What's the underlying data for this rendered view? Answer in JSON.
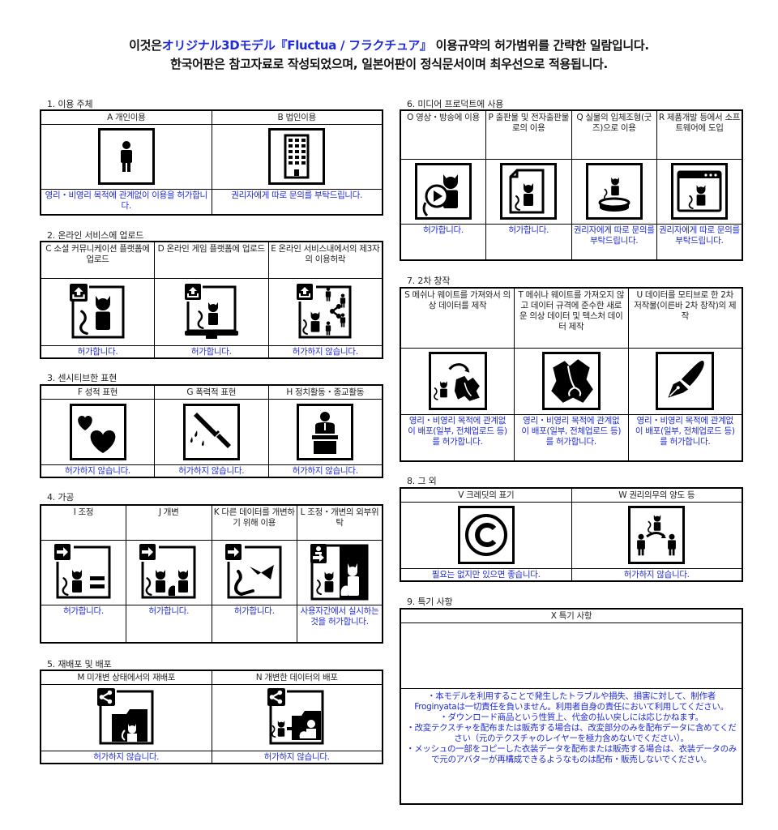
{
  "header": {
    "line1_prefix": "이것은",
    "line1_highlight": "オリジナル3Dモデル『Fluctua / フラクチュア』",
    "line1_suffix": "이용규약의 허가범위를 간략한 일람입니다.",
    "line2": "한국어판은 참고자료로 작성되었으며, 일본어판이 정식문서이며 최우선으로 적용됩니다.",
    "accent_color": "#1f2bd6"
  },
  "sections": [
    {
      "label": "1. 이용 주체",
      "items": [
        {
          "code": "A",
          "title": "A 개인이용",
          "icon": "person-icon",
          "permission": "영리・비영리 목적에 관계없이 이용을 허가합니다."
        },
        {
          "code": "B",
          "title": "B 법인이용",
          "icon": "building-icon",
          "permission": "권리자에게 따로 문의를 부탁드립니다."
        }
      ]
    },
    {
      "label": "2. 온라인 서비스에 업로드",
      "items": [
        {
          "code": "C",
          "title": "C 소셜 커뮤니케이션 플랫폼에 업로드",
          "icon": "upload-avatar-icon",
          "permission": "허가합니다."
        },
        {
          "code": "D",
          "title": "D 온라인 게임 플랫폼에 업로드",
          "icon": "upload-game-icon",
          "permission": "허가합니다."
        },
        {
          "code": "E",
          "title": "E 온라인 서비스내에서의 제3자의 이용허락",
          "icon": "upload-share-users-icon",
          "permission": "허가하지 않습니다."
        }
      ]
    },
    {
      "label": "3. 센시티브한 표현",
      "items": [
        {
          "code": "F",
          "title": "F 성적 표현",
          "icon": "hearts-icon",
          "permission": "허가하지 않습니다."
        },
        {
          "code": "G",
          "title": "G 폭력적 표현",
          "icon": "knife-icon",
          "permission": "허가하지 않습니다."
        },
        {
          "code": "H",
          "title": "H 정치활동・종교활동",
          "icon": "podium-speaker-icon",
          "permission": "허가하지 않습니다."
        }
      ]
    },
    {
      "label": "4. 가공",
      "items": [
        {
          "code": "I",
          "title": "I 조정",
          "icon": "adjust-equal-icon",
          "permission": "허가합니다."
        },
        {
          "code": "J",
          "title": "J 개변",
          "icon": "modify-icon",
          "permission": "허가합니다."
        },
        {
          "code": "K",
          "title": "K 다른 데이터를 개변하기 위해 이용",
          "icon": "reuse-parts-icon",
          "permission": "허가합니다."
        },
        {
          "code": "L",
          "title": "L 조정・개변의 외부위탁",
          "icon": "outsource-icon",
          "permission": "사용자간에서 실시하는 것을 허가합니다."
        }
      ]
    },
    {
      "label": "5. 재배포 및 배포",
      "items": [
        {
          "code": "M",
          "title": "M 미개변 상태에서의 재배포",
          "icon": "share-folder-icon",
          "permission": "허가하지 않습니다."
        },
        {
          "code": "N",
          "title": "N 개변한 데이터의 배포",
          "icon": "share-modified-icon",
          "permission": "허가하지 않습니다."
        }
      ]
    },
    {
      "label": "6. 미디어 프로덕트에 사용",
      "items": [
        {
          "code": "O",
          "title": "O 영상・방송에 이용",
          "icon": "video-play-icon",
          "permission": "허가합니다."
        },
        {
          "code": "P",
          "title": "P 출판물 및 전자출판물로의 이용",
          "icon": "document-icon",
          "permission": "허가합니다."
        },
        {
          "code": "Q",
          "title": "Q 실물의 입체조형(굿즈)으로 이용",
          "icon": "figure-stand-icon",
          "permission": "권리자에게 따로 문의를 부탁드립니다."
        },
        {
          "code": "R",
          "title": "R 제품개발 등에서 소프트웨어에 도입",
          "icon": "software-window-icon",
          "permission": "권리자에게 따로 문의를 부탁드립니다."
        }
      ]
    },
    {
      "label": "7. 2차 창작",
      "items": [
        {
          "code": "S",
          "title": "S 메쉬나 웨이트를 가져와서 의상 데이터를 제작",
          "icon": "avatar-to-clothes-icon",
          "permission": "영리・비영리 목적에 관계없이 배포(일부, 전체업로드 등)를 허가합니다."
        },
        {
          "code": "T",
          "title": "T 메쉬나 웨이트를 가져오지 않고 데이터 규격에 준수한 새로운 의상 데이터 및 텍스처 데이터 제작",
          "icon": "clothes-icon",
          "permission": "영리・비영리 목적에 관계없이 배포(일부, 전체업로드 등)를 허가합니다."
        },
        {
          "code": "U",
          "title": "U 데이터를 모티브로 한 2차 저작물(이른바 2차 창작)의 제작",
          "icon": "pen-nib-icon",
          "permission": "영리・비영리 목적에 관계없이 배포(일부, 전체업로드 등)를 허가합니다."
        }
      ]
    },
    {
      "label": "8. 그 외",
      "items": [
        {
          "code": "V",
          "title": "V 크레딧의 표기",
          "icon": "copyright-icon",
          "permission": "필요는 없지만 있으면 좋습니다."
        },
        {
          "code": "W",
          "title": "W 권리의무의 양도 등",
          "icon": "transfer-rights-icon",
          "permission": "허가하지 않습니다."
        }
      ]
    },
    {
      "label": "9. 특기 사항",
      "items": [
        {
          "code": "X",
          "title": "X 특기 사항",
          "notes": [
            "・本モデルを利用することで発生したトラブルや損失、損害に対して、制作者Froginyataは一切責任を負いません。利用者自身の責任において利用してください。",
            "・ダウンロード商品という性質上、代金の払い戻しには応じかねます。",
            "・改変テクスチャを配布または販売する場合は、改変部分のみを配布データに含めてください（元のテクスチャのレイヤーを極力含めないでください）。",
            "・メッシュの一部をコピーした衣装データを配布または販売する場合は、衣装データのみで元のアバターが再構成できるようなものは配布・販売しないでください。"
          ]
        }
      ]
    }
  ]
}
